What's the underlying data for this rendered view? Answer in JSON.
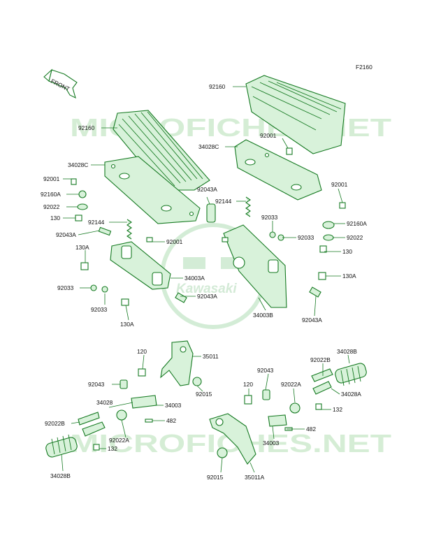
{
  "figure_code": "F2160",
  "front_arrow_text": "FRONT",
  "watermark_text": "MICROFICHES.NET",
  "brand_text": "Kawasaki",
  "colors": {
    "line": "#167a22",
    "fill": "#d8f2da",
    "watermark": "#c8e8c8"
  },
  "labels": {
    "a01": "92160",
    "a02": "92160",
    "a03": "34028C",
    "a04": "34028C",
    "a05": "92001",
    "a06": "92001",
    "a07": "92001",
    "a08": "92160A",
    "a09": "92022",
    "a10": "130",
    "a11": "92043A",
    "a12": "92043A",
    "a13": "92144",
    "a14": "92144",
    "a15": "92001",
    "a16": "130A",
    "a17": "92033",
    "a18": "92033",
    "a19": "92033",
    "a20": "34003A",
    "a21": "92043A",
    "a22": "92033",
    "a23": "130A",
    "a24": "92033",
    "a25": "92160A",
    "a26": "92022",
    "a27": "130",
    "a28": "130A",
    "a29": "34003B",
    "a30": "92043A",
    "b01": "120",
    "b02": "35011",
    "b03": "92043",
    "b04": "92015",
    "b05": "34028",
    "b06": "34003",
    "b07": "92022B",
    "b08": "482",
    "b09": "92022A",
    "b10": "132",
    "b11": "34028B",
    "c01": "34028B",
    "c02": "92043",
    "c03": "92022B",
    "c04": "120",
    "c05": "92022A",
    "c06": "34028A",
    "c07": "132",
    "c08": "482",
    "c09": "34003",
    "c10": "92015",
    "c11": "35011A"
  }
}
